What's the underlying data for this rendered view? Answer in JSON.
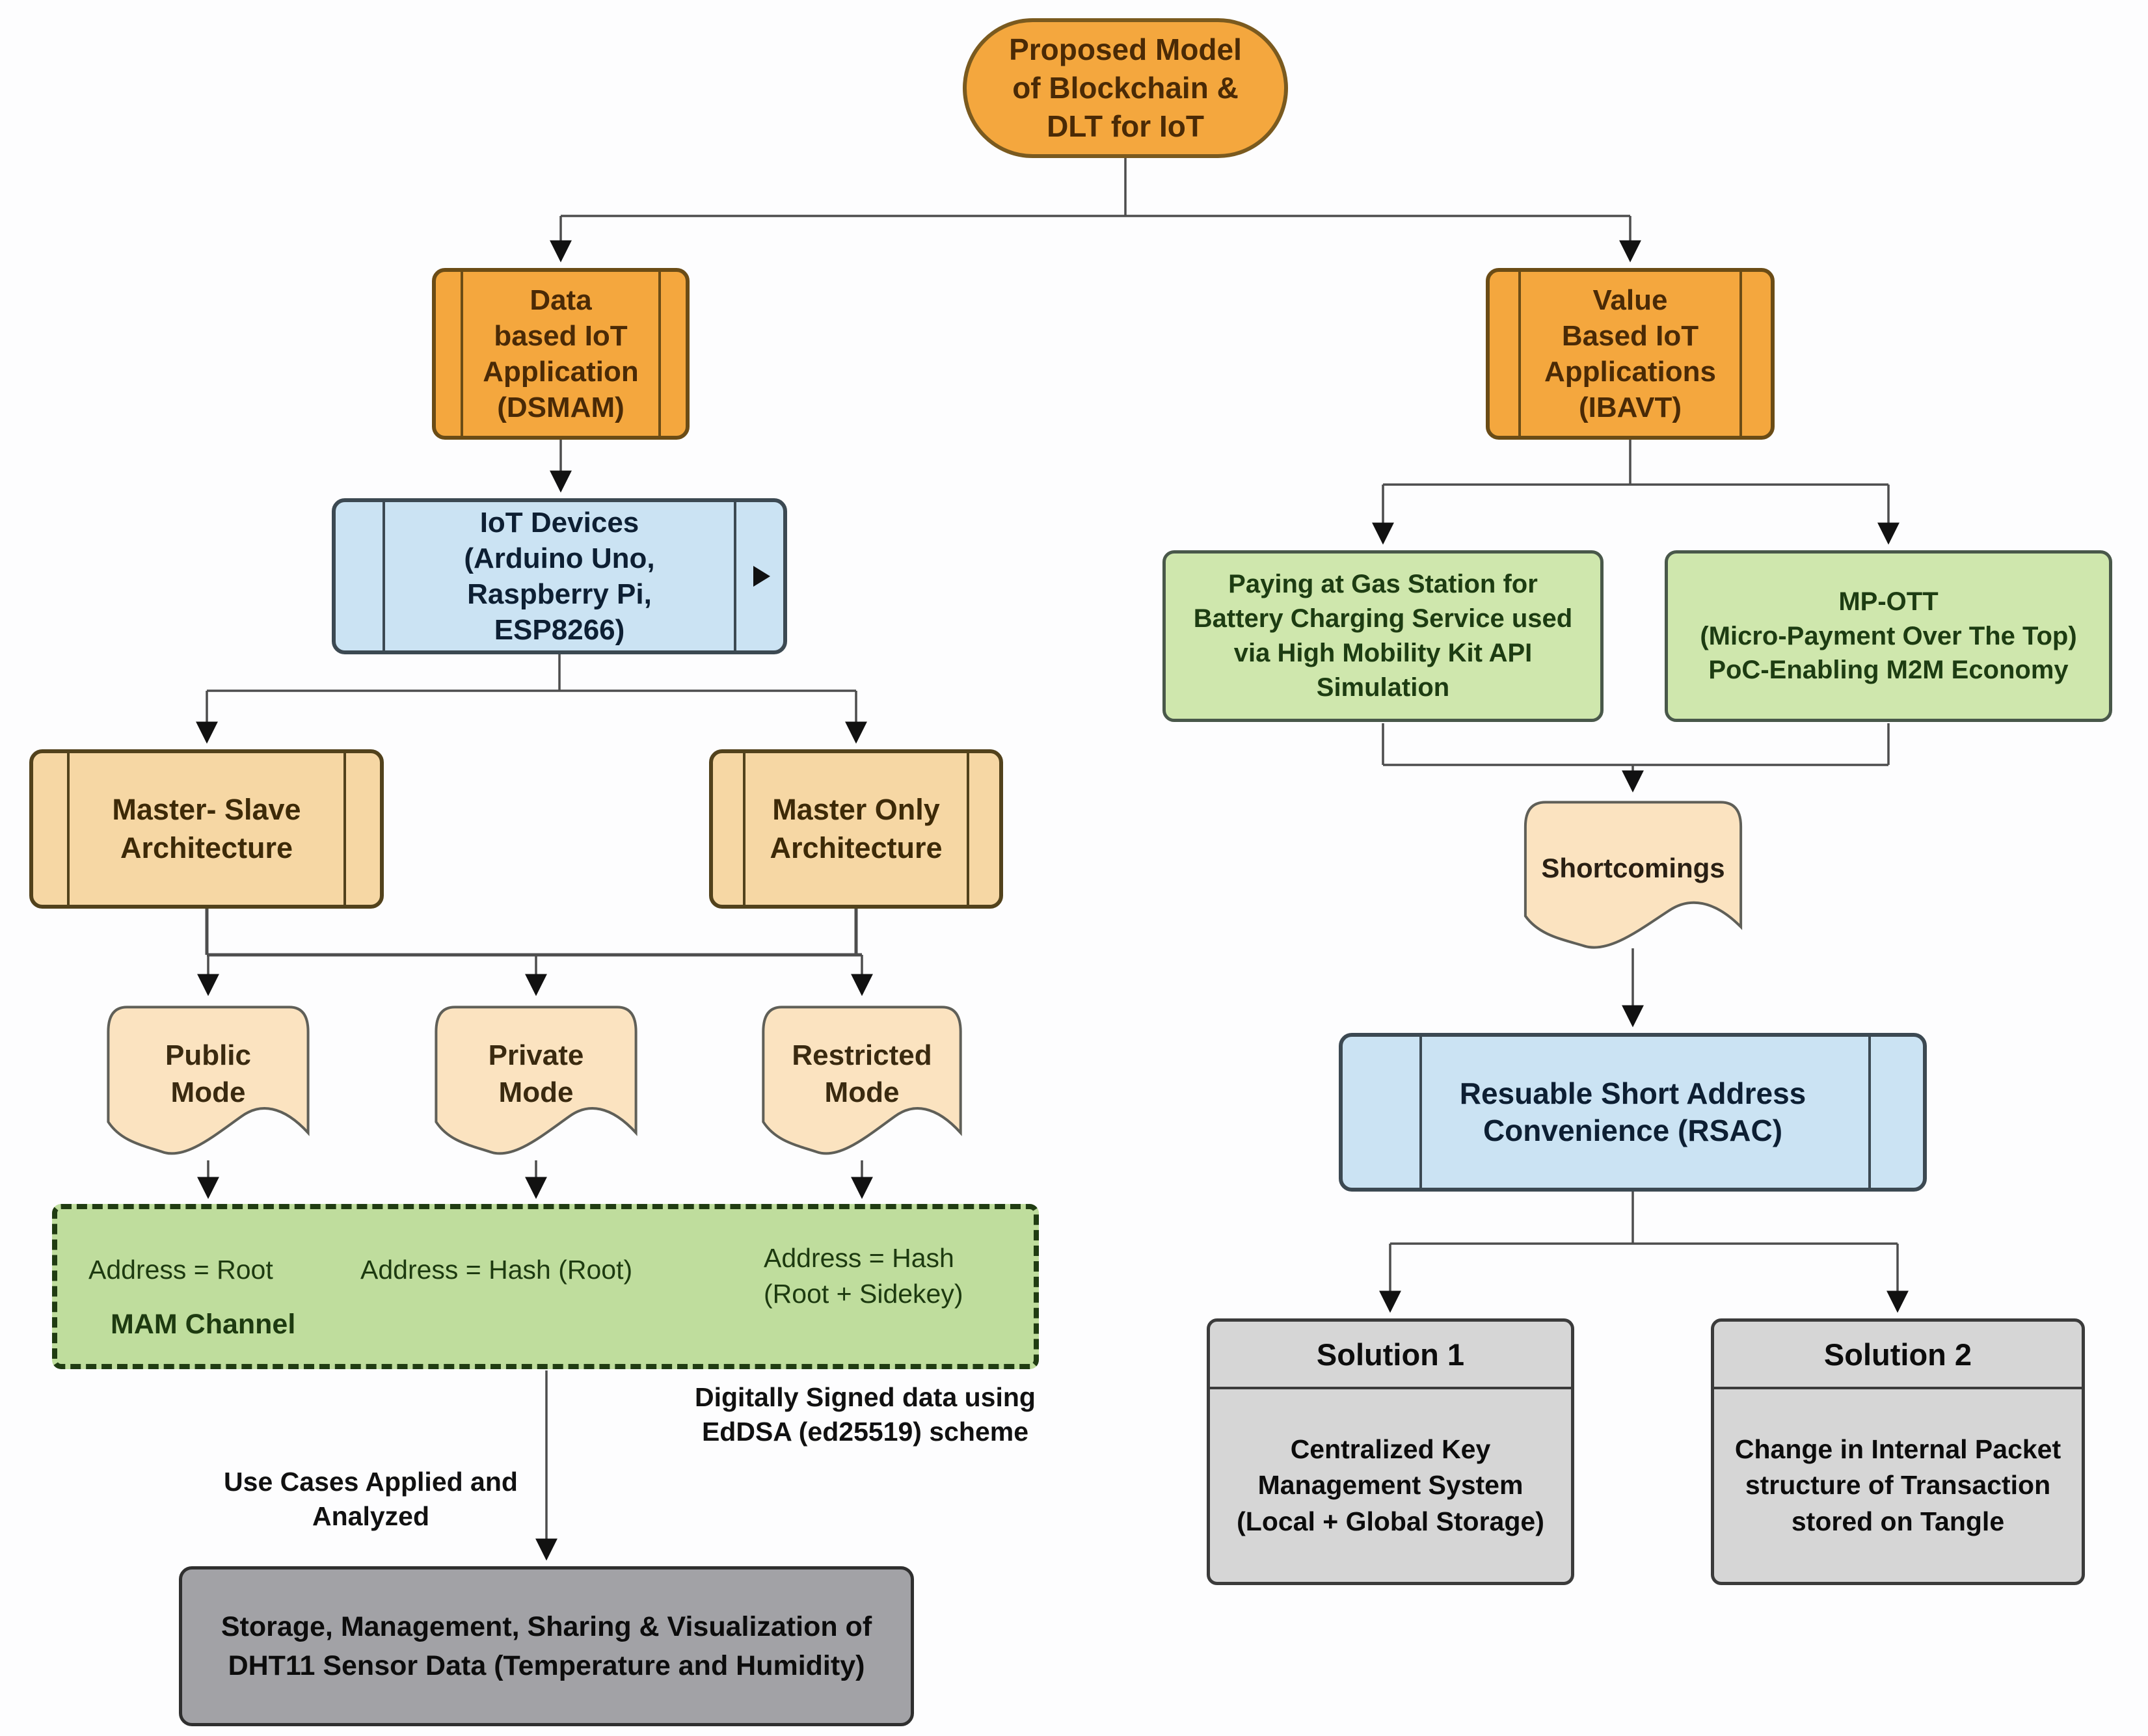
{
  "diagram_title": "Proposed Model of Blockchain & DLT for IoT",
  "colors": {
    "orange_fill": "#f4a73e",
    "orange_border": "#6b4c16",
    "tan_fill": "#f6d7a4",
    "tan_border": "#52421c",
    "document_fill": "#fbe3c0",
    "document_border": "#5f5f58",
    "blue_fill": "#cbe3f3",
    "blue_border": "#3c4952",
    "mam_green_fill": "#bfdd9d",
    "mam_green_border": "#203c12",
    "green_fill": "#cfe7ad",
    "green_border": "#49584a",
    "storage_gray_fill": "#a2a2a6",
    "solution_gray_fill": "#d6d6d6",
    "connector": "#4d4d4d",
    "arrowhead": "#111111"
  },
  "nodes": {
    "root": {
      "label": "Proposed Model\nof Blockchain &\nDLT for IoT"
    },
    "dsmam": {
      "label": "Data\nbased IoT\nApplication\n(DSMAM)"
    },
    "iot_devices": {
      "label": "IoT Devices\n(Arduino Uno,\nRaspberry Pi,\nESP8266)"
    },
    "master_slave": {
      "label": "Master- Slave\nArchitecture"
    },
    "master_only": {
      "label": "Master Only\nArchitecture"
    },
    "public_mode": {
      "label": "Public\nMode"
    },
    "private_mode": {
      "label": "Private\nMode"
    },
    "restricted_mode": {
      "label": "Restricted\nMode"
    },
    "mam_channel": {
      "address_public": "Address = Root",
      "address_private": "Address = Hash (Root)",
      "address_restricted": "Address = Hash\n(Root + Sidekey)",
      "label": "MAM Channel"
    },
    "signed_note": {
      "label": "Digitally Signed data using\nEdDSA (ed25519) scheme"
    },
    "use_cases_note": {
      "label": "Use Cases Applied and\nAnalyzed"
    },
    "storage": {
      "label": "Storage, Management, Sharing & Visualization of\nDHT11 Sensor Data (Temperature and Humidity)"
    },
    "ibavt": {
      "label": "Value\nBased IoT\nApplications\n(IBAVT)"
    },
    "gas_station": {
      "label": "Paying at Gas Station for\nBattery Charging Service used\nvia High Mobility Kit API\nSimulation"
    },
    "mp_ott": {
      "label": "MP-OTT\n(Micro-Payment Over The Top)\nPoC-Enabling M2M Economy"
    },
    "shortcomings": {
      "label": "Shortcomings"
    },
    "rsac": {
      "label": "Resuable Short Address\nConvenience (RSAC)"
    },
    "solution1": {
      "header": "Solution 1",
      "body": "Centralized Key\nManagement System\n(Local + Global Storage)"
    },
    "solution2": {
      "header": "Solution 2",
      "body": "Change in Internal Packet\nstructure of Transaction\nstored on Tangle"
    }
  }
}
